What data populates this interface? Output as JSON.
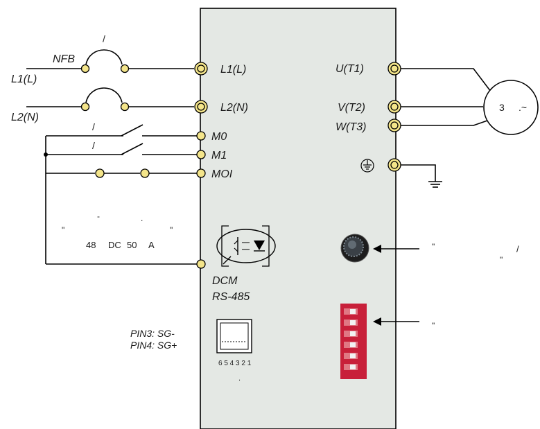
{
  "power_input": {
    "nfb_label": "NFB",
    "slash_mark": "/",
    "line1": "L1(L)",
    "line2": "L2(N)"
  },
  "drive_terminals": {
    "left": [
      "L1(L)",
      "L2(N)",
      "M0",
      "M1",
      "MOI"
    ],
    "right": [
      "U(T1)",
      "V(T2)",
      "W(T3)"
    ],
    "dcm": "DCM",
    "rs485": "RS-485",
    "rj45_pins": "6 5 4 3 2 1",
    "rj45_dot": "."
  },
  "motor": {
    "label_num": "3",
    "label_sym": ".~"
  },
  "switches": {
    "m0_mark": "/",
    "m1_mark": "/",
    "note_dash": "-",
    "note_dot": ".",
    "quote_left": "\"",
    "quote_right": "\"",
    "spec_48": "48",
    "spec_dc": "DC",
    "spec_50": "50",
    "spec_a": "A"
  },
  "pins": {
    "pin3": "PIN3: SG-",
    "pin4": "PIN4: SG+"
  },
  "knob_note": {
    "quote_open": "\"",
    "slash": "/",
    "quote_close": "\""
  },
  "dip_note": {
    "quote_open": "\""
  },
  "colors": {
    "panel": "#e4e8e4",
    "terminal_ring": "#f4e58a",
    "dip_red": "#c8203a"
  }
}
